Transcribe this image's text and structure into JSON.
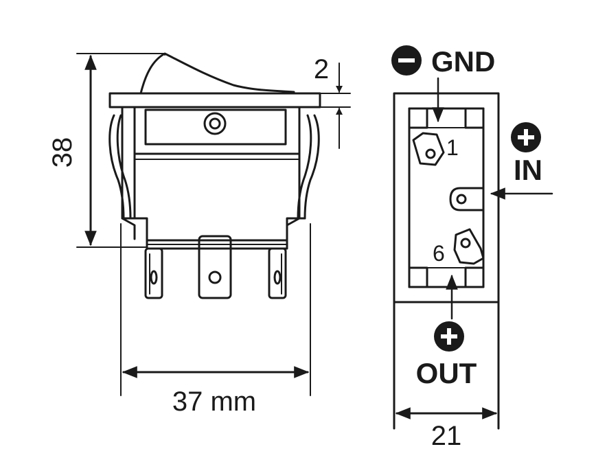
{
  "side_view": {
    "height_label": "38",
    "width_label": "37 mm",
    "frame_label": "2"
  },
  "pin_view": {
    "gnd": {
      "sign": "−",
      "label": "GND",
      "pin_number": "1"
    },
    "in": {
      "sign": "+",
      "label": "IN"
    },
    "out": {
      "sign": "+",
      "label": "OUT",
      "pin_number": "6"
    },
    "width_label": "21"
  },
  "colors": {
    "ink": "#1a1a1a",
    "paper": "#ffffff"
  }
}
